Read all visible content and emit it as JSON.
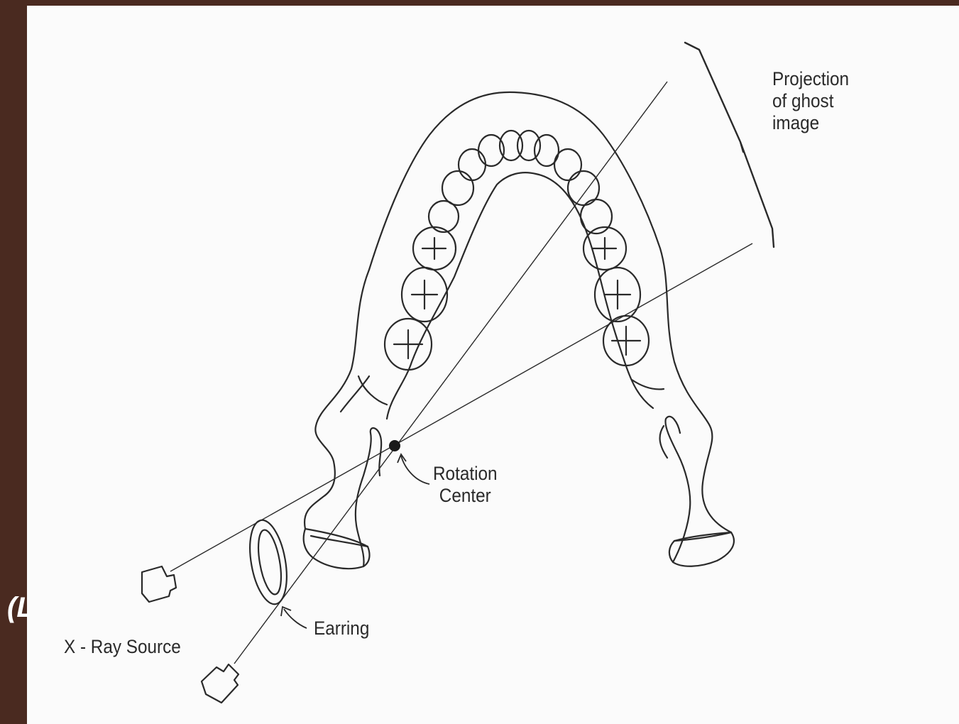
{
  "labels": {
    "projection": "Projection\nof ghost\nimage",
    "rotation_center": "Rotation\nCenter",
    "earring": "Earring",
    "xray_source": "X - Ray Source"
  },
  "clipped_text": "(L",
  "colors": {
    "frame": "#4a2a20",
    "panel": "#fbfbfb",
    "ink": "#2a2a2a"
  }
}
